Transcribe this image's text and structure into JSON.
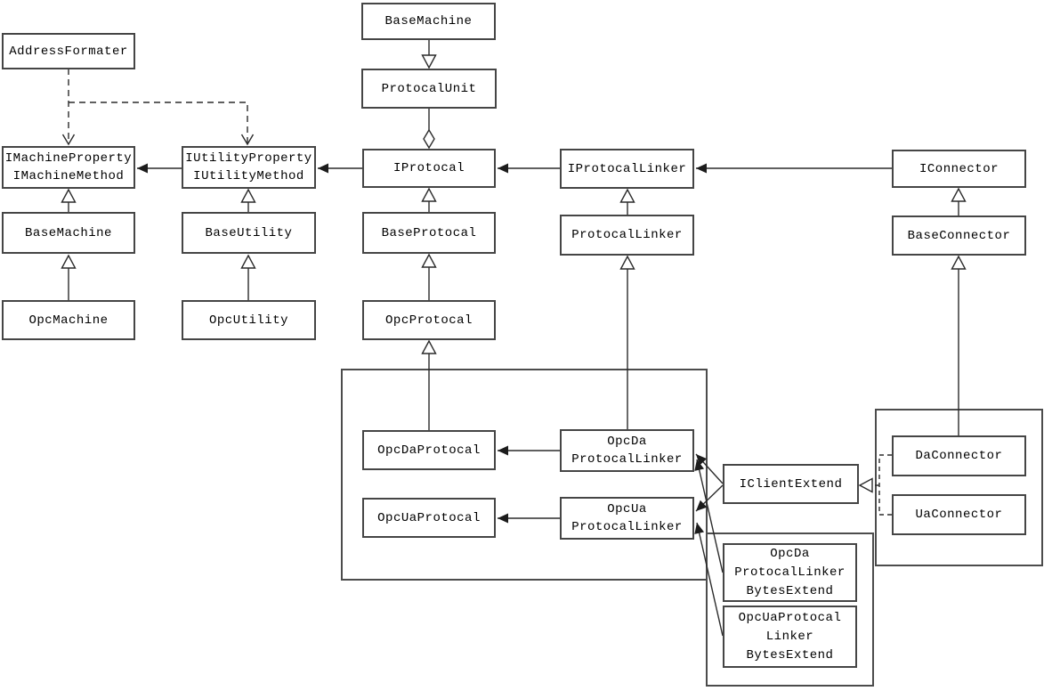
{
  "diagram": {
    "type": "uml-class-diagram",
    "colors": {
      "background": "#ffffff",
      "box_fill": "#ffffff",
      "box_border": "#454545",
      "line": "#2b2b2b",
      "text": "#000000"
    },
    "nodes": {
      "address_formater": {
        "label": "AddressFormater"
      },
      "base_machine_root": {
        "label": "BaseMachine"
      },
      "protocal_unit": {
        "label": "ProtocalUnit"
      },
      "i_machine": {
        "label": "IMachineProperty\nIMachineMethod"
      },
      "i_utility": {
        "label": "IUtilityProperty\nIUtilityMethod"
      },
      "i_protocal": {
        "label": "IProtocal"
      },
      "i_protocal_linker": {
        "label": "IProtocalLinker"
      },
      "i_connector": {
        "label": "IConnector"
      },
      "base_machine": {
        "label": "BaseMachine"
      },
      "base_utility": {
        "label": "BaseUtility"
      },
      "base_protocal": {
        "label": "BaseProtocal"
      },
      "protocal_linker": {
        "label": "ProtocalLinker"
      },
      "base_connector": {
        "label": "BaseConnector"
      },
      "opc_machine": {
        "label": "OpcMachine"
      },
      "opc_utility": {
        "label": "OpcUtility"
      },
      "opc_protocal": {
        "label": "OpcProtocal"
      },
      "opc_da_protocal": {
        "label": "OpcDaProtocal"
      },
      "opc_da_linker": {
        "label": "OpcDa\nProtocalLinker"
      },
      "opc_ua_protocal": {
        "label": "OpcUaProtocal"
      },
      "opc_ua_linker": {
        "label": "OpcUa\nProtocalLinker"
      },
      "i_client_extend": {
        "label": "IClientExtend"
      },
      "da_connector": {
        "label": "DaConnector"
      },
      "ua_connector": {
        "label": "UaConnector"
      },
      "opc_da_bytes": {
        "label": "OpcDa\nProtocalLinker\nBytesExtend"
      },
      "opc_ua_bytes": {
        "label": "OpcUaProtocal\nLinker\nBytesExtend"
      }
    },
    "edges": [
      {
        "from": "BaseMachine (top)",
        "to": "ProtocalUnit",
        "type": "generalization (hollow triangle at ProtocalUnit)"
      },
      {
        "from": "ProtocalUnit",
        "to": "IProtocal",
        "type": "aggregation (hollow diamond at IProtocal)"
      },
      {
        "from": "IProtocalLinker",
        "to": "IProtocal",
        "type": "association (filled arrow)"
      },
      {
        "from": "IProtocal",
        "to": "IUtilityProperty/IUtilityMethod",
        "type": "association (filled arrow)"
      },
      {
        "from": "IUtilityProperty/IUtilityMethod",
        "to": "IMachineProperty/IMachineMethod",
        "type": "association (filled arrow)"
      },
      {
        "from": "IConnector",
        "to": "IProtocalLinker",
        "type": "association (filled arrow)"
      },
      {
        "from": "AddressFormater",
        "to": "IMachineProperty/IMachineMethod",
        "type": "dependency (dashed open arrow)"
      },
      {
        "from": "AddressFormater",
        "to": "IUtilityProperty/IUtilityMethod",
        "type": "dependency (dashed open arrow)"
      },
      {
        "from": "BaseMachine",
        "to": "IMachineProperty/IMachineMethod",
        "type": "generalization"
      },
      {
        "from": "OpcMachine",
        "to": "BaseMachine",
        "type": "generalization"
      },
      {
        "from": "BaseUtility",
        "to": "IUtilityProperty/IUtilityMethod",
        "type": "generalization"
      },
      {
        "from": "OpcUtility",
        "to": "BaseUtility",
        "type": "generalization"
      },
      {
        "from": "BaseProtocal",
        "to": "IProtocal",
        "type": "generalization"
      },
      {
        "from": "OpcProtocal",
        "to": "BaseProtocal",
        "type": "generalization"
      },
      {
        "from": "OpcDaProtocal",
        "to": "OpcProtocal",
        "type": "generalization"
      },
      {
        "from": "ProtocalLinker",
        "to": "IProtocalLinker",
        "type": "generalization"
      },
      {
        "from": "OpcDa ProtocalLinker",
        "to": "ProtocalLinker",
        "type": "generalization"
      },
      {
        "from": "BaseConnector",
        "to": "IConnector",
        "type": "generalization"
      },
      {
        "from": "DaConnector",
        "to": "BaseConnector",
        "type": "generalization"
      },
      {
        "from": "OpcDa ProtocalLinker",
        "to": "OpcDaProtocal",
        "type": "association (filled arrow)"
      },
      {
        "from": "OpcUa ProtocalLinker",
        "to": "OpcUaProtocal",
        "type": "association (filled arrow)"
      },
      {
        "from": "IClientExtend",
        "to": "OpcDa ProtocalLinker",
        "type": "association (filled arrow)"
      },
      {
        "from": "IClientExtend",
        "to": "OpcUa ProtocalLinker",
        "type": "association (filled arrow)"
      },
      {
        "from": "OpcDa ProtocalLinker BytesExtend",
        "to": "OpcDa ProtocalLinker",
        "type": "association (filled arrow)"
      },
      {
        "from": "OpcUa ProtocalLinker BytesExtend",
        "to": "OpcUa ProtocalLinker",
        "type": "association (filled arrow)"
      },
      {
        "from": "DaConnector",
        "to": "IClientExtend",
        "type": "realization (dashed, hollow triangle)"
      },
      {
        "from": "UaConnector",
        "to": "IClientExtend",
        "type": "realization (dashed, hollow triangle)"
      }
    ]
  }
}
